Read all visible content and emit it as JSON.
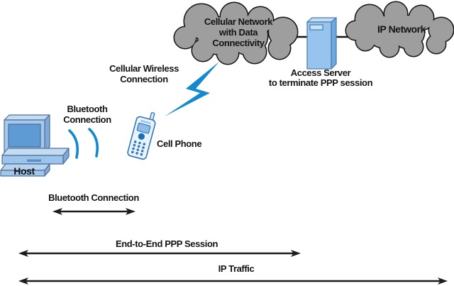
{
  "cloud_cellular": {
    "line1": "Cellular Network",
    "line2": "with Data",
    "line3": "Connectivity"
  },
  "cloud_ip": {
    "label": "IP Network"
  },
  "access_server": {
    "line1": "Access Server",
    "line2": "to terminate PPP session"
  },
  "cellular_wireless": {
    "line1": "Cellular Wireless",
    "line2": "Connection"
  },
  "bluetooth_upper": {
    "line1": "Bluetooth",
    "line2": "Connection"
  },
  "host": {
    "label": "Host"
  },
  "cell_phone": {
    "label": "Cell Phone"
  },
  "span_bluetooth": {
    "label": "Bluetooth Connection"
  },
  "span_ppp": {
    "label": "End-to-End PPP Session"
  },
  "span_ip": {
    "label": "IP Traffic"
  },
  "colors": {
    "wireless_blue": "#1489CE",
    "cloud_fill": "#CDCDCD",
    "cloud_shadow": "#9E9E9E",
    "cloud_outline": "#161616",
    "device_face_blue": "#97C4EE",
    "device_side_blue": "#6FA8DE",
    "device_top_blue": "#C3DCF2",
    "monitor_screen_blue": "#5E9AD4",
    "arrow_black": "#1C1C1C",
    "text_black": "#141414"
  }
}
